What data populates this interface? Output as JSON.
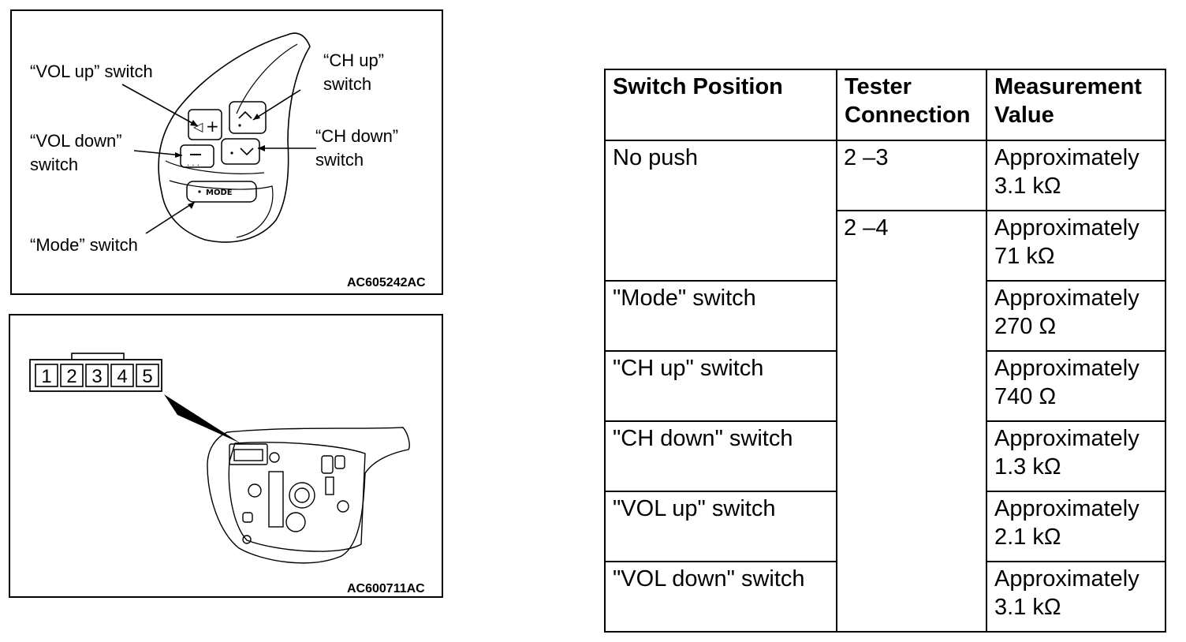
{
  "figure1": {
    "code": "AC605242AC",
    "labels": {
      "vol_up": [
        "“VOL up” switch"
      ],
      "vol_down": [
        "“VOL down”",
        "switch"
      ],
      "ch_up": [
        "“CH up”",
        "switch"
      ],
      "ch_down": [
        "“CH down”",
        "switch"
      ],
      "mode": [
        "“Mode” switch"
      ]
    },
    "button_text": "MODE"
  },
  "figure2": {
    "code": "AC600711AC",
    "pins": [
      "1",
      "2",
      "3",
      "4",
      "5"
    ]
  },
  "table": {
    "headers": [
      "Switch Position",
      "Tester\nConnection",
      "Measurement\nValue"
    ],
    "rows": [
      {
        "position": "No push",
        "connection": "2 –3",
        "value": "Approximately\n3.1 kΩ"
      },
      {
        "position": "",
        "connection": "2 –4",
        "value": "Approximately\n71 kΩ"
      },
      {
        "position": "\"Mode\" switch",
        "connection": "",
        "value": "Approximately\n270 Ω"
      },
      {
        "position": "\"CH up\" switch",
        "connection": "",
        "value": "Approximately\n740 Ω"
      },
      {
        "position": "\"CH down\" switch",
        "connection": "",
        "value": "Approximately\n1.3 kΩ"
      },
      {
        "position": "\"VOL up\" switch",
        "connection": "",
        "value": "Approximately\n2.1 kΩ"
      },
      {
        "position": "\"VOL down\" switch",
        "connection": "",
        "value": "Approximately\n3.1 kΩ"
      }
    ]
  }
}
